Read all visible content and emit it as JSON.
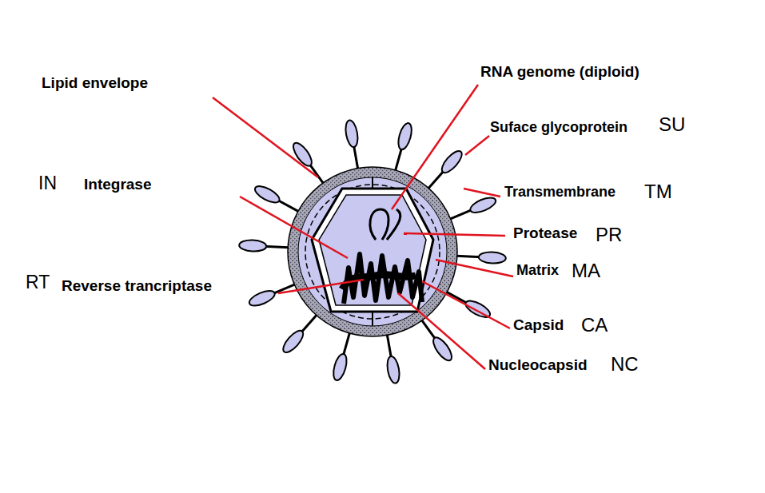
{
  "diagram": {
    "labels": [
      "Lipid envelope",
      "RNA genome (diploid)",
      "Suface glycoprotein",
      "SU",
      "IN",
      "Integrase",
      "Transmembrane",
      "TM",
      "Protease",
      "PR",
      "Matrix",
      "MA",
      "RT",
      "Reverse trancriptase",
      "Capsid",
      "CA",
      "Nucleocapsid",
      "NC"
    ]
  }
}
